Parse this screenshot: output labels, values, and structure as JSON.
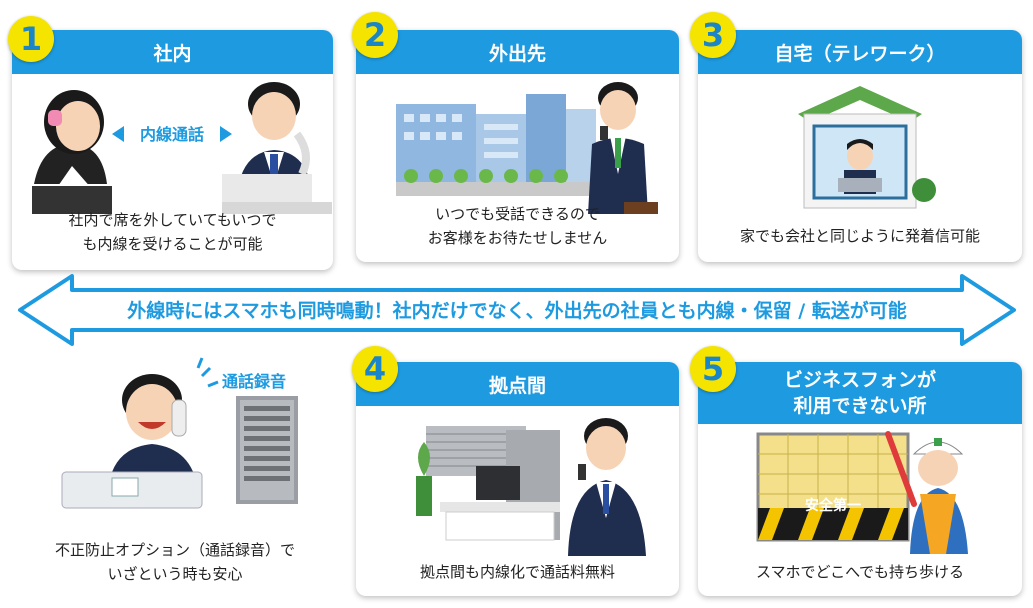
{
  "colors": {
    "accent": "#1e9be0",
    "badge": "#f5e400",
    "badge_text": "#1a86c8"
  },
  "cards": [
    {
      "num": "1",
      "title": "社内",
      "inner_label": "内線通話",
      "caption_lines": [
        "社内で席を外していてもいつで",
        "も内線を受けることが可能"
      ]
    },
    {
      "num": "2",
      "title": "外出先",
      "caption_lines": [
        "いつでも受話できるので",
        "お客様をお待たせしません"
      ]
    },
    {
      "num": "3",
      "title": "自宅（テレワーク）",
      "caption_lines": [
        "家でも会社と同じように発着信可能"
      ]
    },
    {
      "num": "4",
      "title": "拠点間",
      "caption_lines": [
        "拠点間も内線化で通話料無料"
      ]
    },
    {
      "num": "5",
      "title_lines": [
        "ビジネスフォンが",
        "利用できない所"
      ],
      "sign_text": "安全第一",
      "caption_lines": [
        "スマホでどこへでも持ち歩ける"
      ]
    }
  ],
  "banner": {
    "text": "外線時にはスマホも同時鳴動！社内だけでなく、外出先の社員とも内線・保留 / 転送が可能"
  },
  "recording": {
    "label": "通話録音",
    "caption_lines": [
      "不正防止オプション（通話録音）で",
      "いざという時も安心"
    ]
  }
}
